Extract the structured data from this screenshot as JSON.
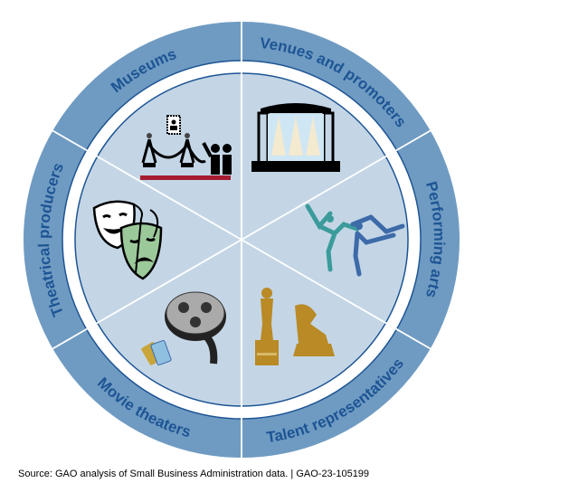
{
  "segments": [
    {
      "label": "Museums",
      "icon": "museum-icon"
    },
    {
      "label": "Venues and promoters",
      "icon": "concert-stage-icon"
    },
    {
      "label": "Performing arts",
      "icon": "ballet-dancers-icon"
    },
    {
      "label": "Talent representatives",
      "icon": "awards-trophy-icon"
    },
    {
      "label": "Movie theaters",
      "icon": "film-reel-tickets-icon"
    },
    {
      "label": "Theatrical producers",
      "icon": "theater-masks-icon"
    }
  ],
  "colors": {
    "ring": "#6f9bc2",
    "inner": "#c4d6e6",
    "text": "#1d5494",
    "line": "#1d5494",
    "rope_base": "#a51c30",
    "gold": "#b98a25",
    "dancer_teal": "#3b9b9b",
    "dancer_blue": "#3d6aa8",
    "mask_green": "#9cc99a"
  },
  "source": "Source: GAO analysis of Small Business Administration data.  |  GAO-23-105199"
}
